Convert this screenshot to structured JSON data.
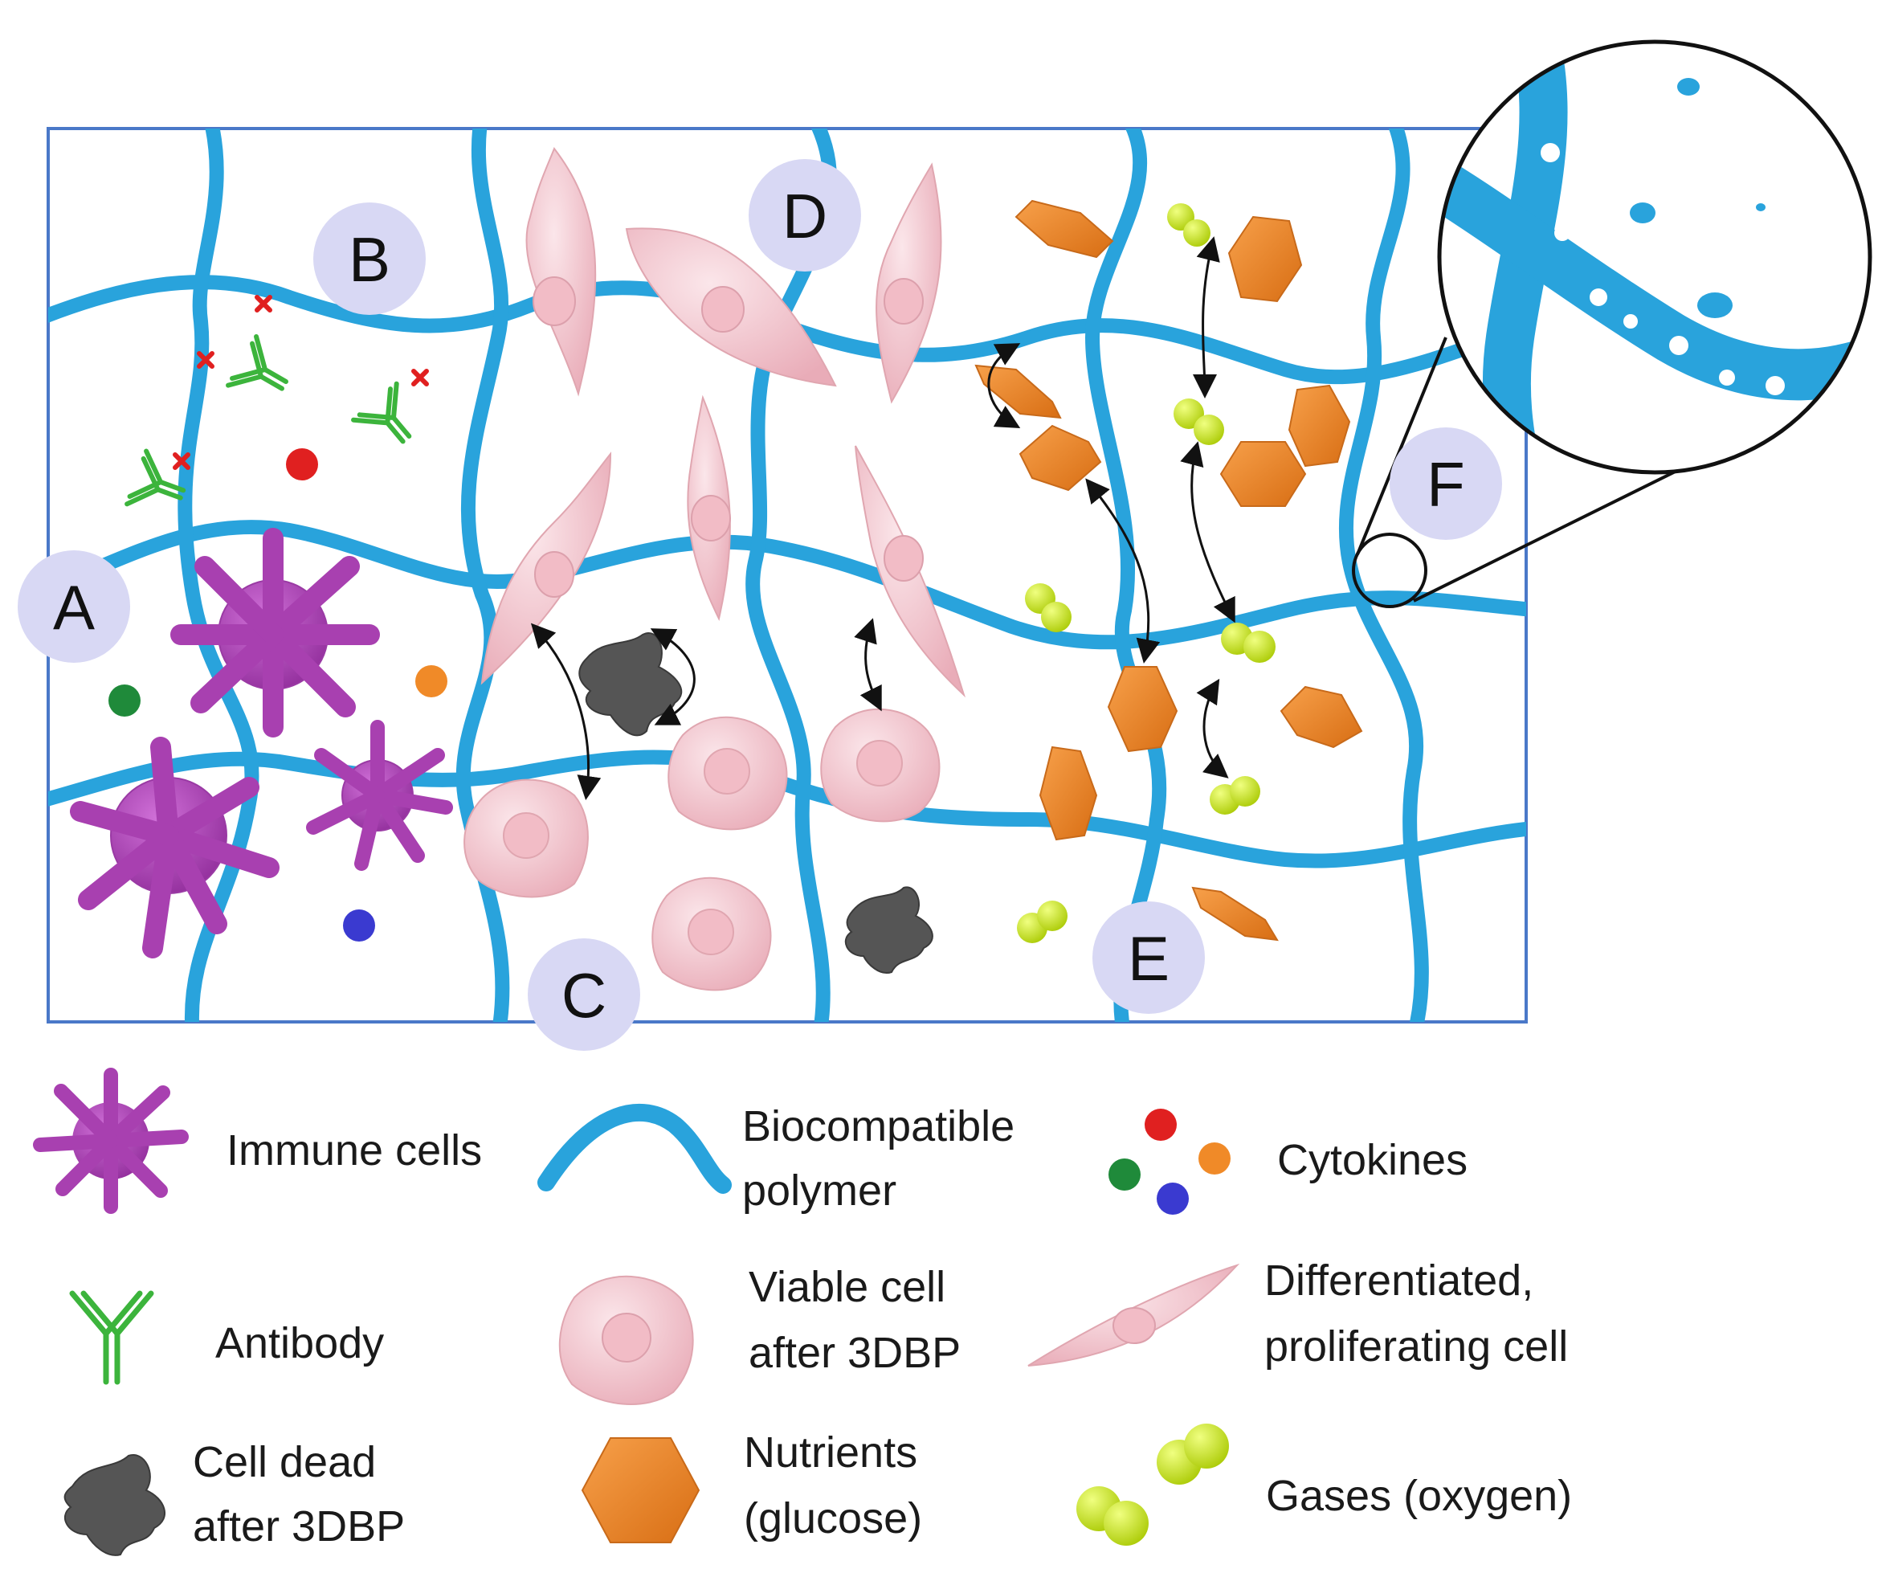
{
  "labels": {
    "a": "A",
    "b": "B",
    "c": "C",
    "d": "D",
    "e": "E",
    "f": "F"
  },
  "legend": {
    "immune_cells": "Immune cells",
    "polymer_line1": "Biocompatible",
    "polymer_line2": "polymer",
    "cytokines": "Cytokines",
    "antibody": "Antibody",
    "viable_line1": "Viable cell",
    "viable_line2": "after 3DBP",
    "differentiated_line1": "Differentiated,",
    "differentiated_line2": "proliferating cell",
    "dead_line1": "Cell dead",
    "dead_line2": "after 3DBP",
    "nutrients_line1": "Nutrients",
    "nutrients_line2": "(glucose)",
    "gases": "Gases (oxygen)"
  },
  "colors": {
    "polymer": "#29a3dc",
    "immune": "#b040b8",
    "antibody": "#3cb43c",
    "cell": "#f4c6cc",
    "dead": "#555555",
    "nutrient": "#ee8a2e",
    "gas": "#c8e822",
    "cyto_red": "#e02020",
    "cyto_green": "#1f8a3a",
    "cyto_blue": "#3a3ad0",
    "cyto_orange": "#f08a28",
    "label_circle": "#d8d8f4"
  }
}
